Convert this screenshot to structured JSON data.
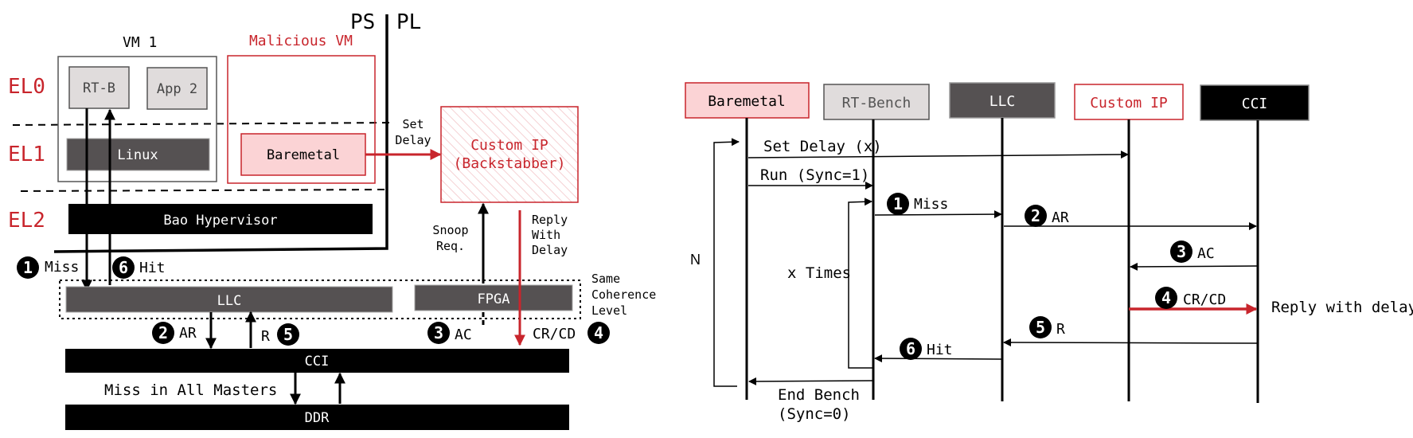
{
  "colors": {
    "red": "#c8252c",
    "dark_gray": "#555152",
    "light_gray": "#e0dcdc",
    "pink": "#fbd3d5",
    "black": "#000000"
  },
  "left": {
    "ps": "PS",
    "pl": "PL",
    "vm1": "VM 1",
    "malicious_vm": "Malicious VM",
    "el0": "EL0",
    "el1": "EL1",
    "el2": "EL2",
    "rtb": "RT-B",
    "app2": "App 2",
    "linux": "Linux",
    "baremetal": "Baremetal",
    "set_delay_1": "Set",
    "set_delay_2": "Delay",
    "custom_ip_1": "Custom IP",
    "custom_ip_2": "(Backstabber)",
    "bao": "Bao Hypervisor",
    "snoop_1": "Snoop",
    "snoop_2": "Req.",
    "reply_1": "Reply",
    "reply_2": "With",
    "reply_3": "Delay",
    "miss_num": "1",
    "miss": "Miss",
    "hit_num": "6",
    "hit": "Hit",
    "llc": "LLC",
    "fpga": "FPGA",
    "same_1": "Same",
    "same_2": "Coherence",
    "same_3": "Level",
    "ar_num": "2",
    "ar": "AR",
    "r": "R",
    "r_num": "5",
    "ac_num": "3",
    "ac": "AC",
    "crcd": "CR/CD",
    "crcd_num": "4",
    "cci": "CCI",
    "miss_all": "Miss in All Masters",
    "ddr": "DDR"
  },
  "right": {
    "participants": [
      {
        "label": "Baremetal"
      },
      {
        "label": "RT-Bench"
      },
      {
        "label": "LLC"
      },
      {
        "label": "Custom IP"
      },
      {
        "label": "CCI"
      }
    ],
    "set_delay": "Set Delay (x)",
    "run": "Run (Sync=1)",
    "miss_num": "1",
    "miss": "Miss",
    "ar_num": "2",
    "ar": "AR",
    "ac_num": "3",
    "ac": "AC",
    "crcd_num": "4",
    "crcd": "CR/CD",
    "reply_delay": "Reply with delay (x)",
    "r_num": "5",
    "r": "R",
    "hit_num": "6",
    "hit": "Hit",
    "end_1": "End Bench",
    "end_2": "(Sync=0)",
    "n": "N",
    "x_times": "x Times"
  }
}
